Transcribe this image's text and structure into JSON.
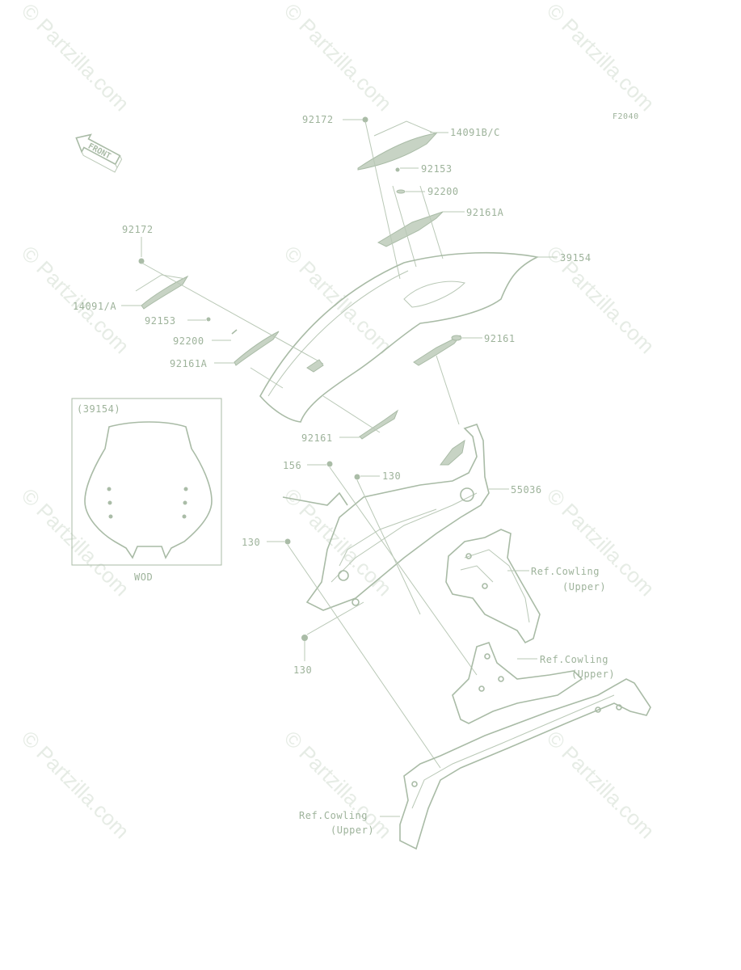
{
  "diagram": {
    "figure_code": "F2040",
    "front_arrow_text": "FRONT",
    "inset": {
      "title": "(39154)",
      "caption": "WOD"
    },
    "callouts": {
      "c92172_top": "92172",
      "c14091bc": "14091B/C",
      "c92153_top": "92153",
      "c92200_top": "92200",
      "c92161a_top": "92161A",
      "c39154": "39154",
      "c92172_left": "92172",
      "c14091a": "14091/A",
      "c92153_left": "92153",
      "c92200_left": "92200",
      "c92161a_left": "92161A",
      "c92161_right": "92161",
      "c92161_low": "92161",
      "c156": "156",
      "c130_top": "130",
      "c55036": "55036",
      "c130_left": "130",
      "c130_bottom": "130",
      "ref1_line1": "Ref.Cowling",
      "ref1_line2": "(Upper)",
      "ref2_line1": "Ref.Cowling",
      "ref2_line2": "(Upper)",
      "ref3_line1": "Ref.Cowling",
      "ref3_line2": "(Upper)"
    },
    "watermark_text": "© Partzilla.com"
  }
}
